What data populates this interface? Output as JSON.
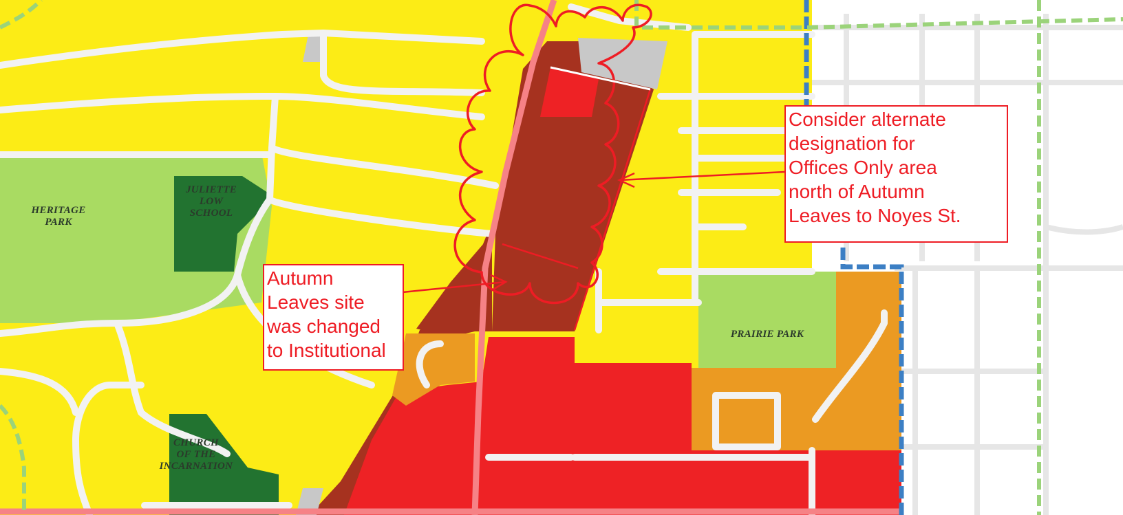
{
  "map": {
    "colors": {
      "residential": "#fcec16",
      "park": "#a9db62",
      "school": "#227330",
      "institutional": "#a6321f",
      "commercial": "#ee2225",
      "mixed": "#eb9a22",
      "vacant": "#c8c8c8",
      "street": "#f2f2f2",
      "arterial": "#f68286",
      "boundary": "#3c7fc4",
      "trail": "#9bd37a",
      "annotation": "#ee1c24"
    },
    "labels": {
      "heritage_park": "HERITAGE\nPARK",
      "juliette_low_school": "JULIETTE\nLOW\nSCHOOL",
      "prairie_park": "PRAIRIE PARK",
      "church": "CHURCH\nOF THE\nINCARNATION"
    },
    "callouts": {
      "alternate_designation": "Consider alternate\ndesignation for\nOffices Only area\nnorth of Autumn\nLeaves to Noyes St.",
      "autumn_leaves": "Autumn\nLeaves site\nwas changed\nto Institutional"
    }
  }
}
